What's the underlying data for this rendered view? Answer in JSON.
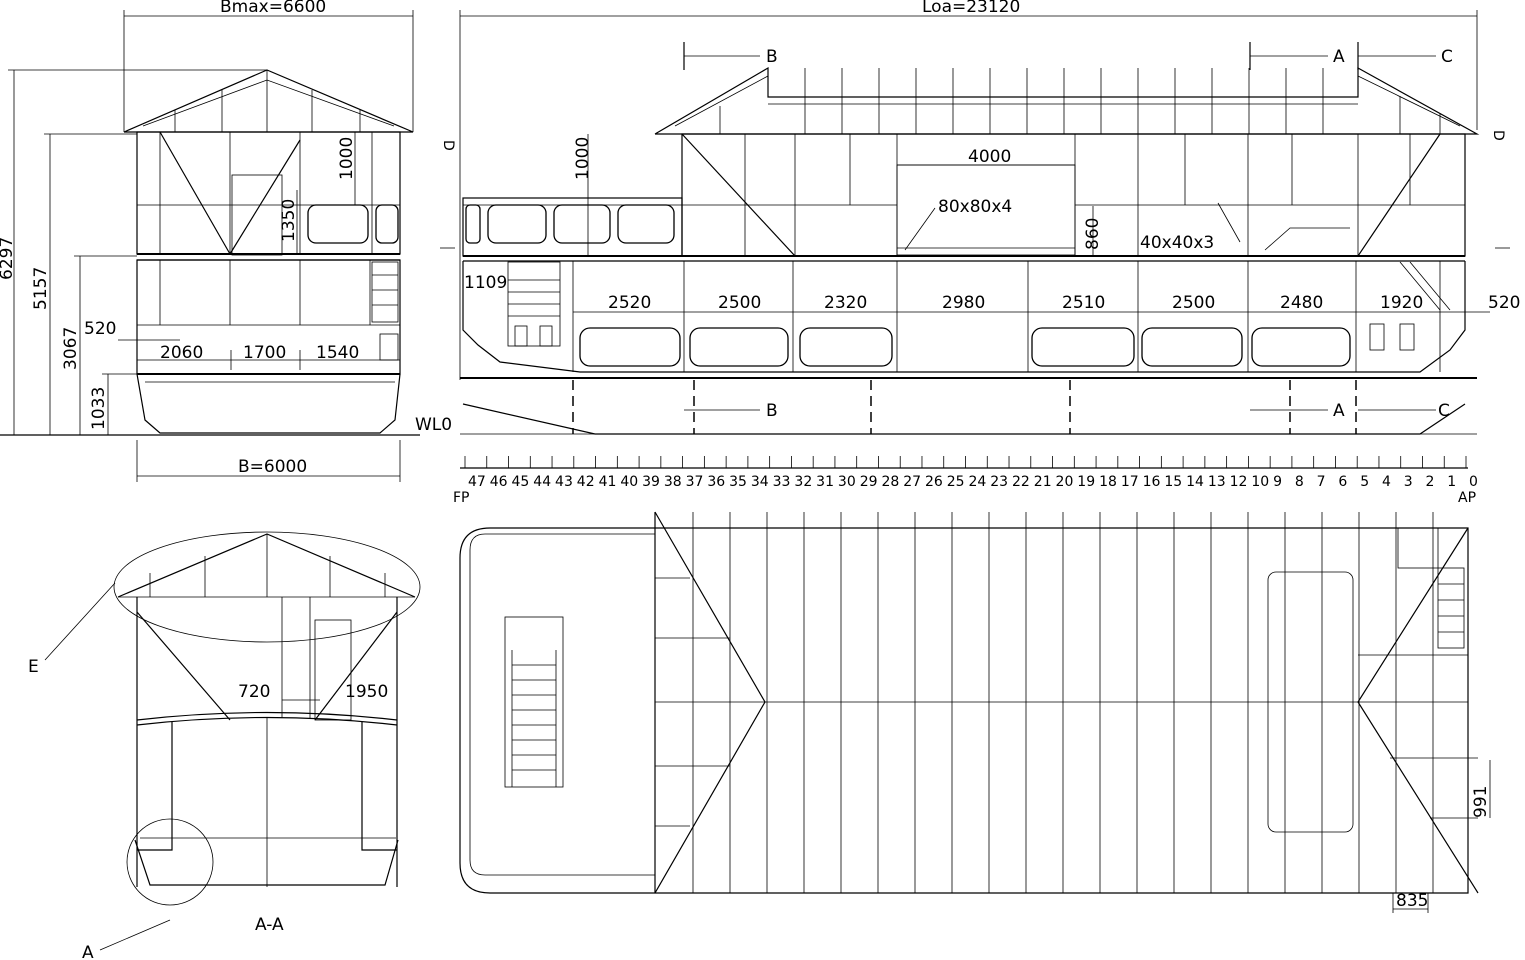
{
  "end_view": {
    "bmax": "Bmax=6600",
    "beam": "B=6000",
    "h_total": "6297",
    "h_deck2": "5157",
    "h_deck1": "3067",
    "h_hull": "1033",
    "rail": "1000",
    "window": "1350",
    "offset": "520",
    "seg_a": "2060",
    "seg_b": "1700",
    "seg_c": "1540"
  },
  "side_view": {
    "loa": "Loa=23120",
    "wl": "WL0",
    "hall_width": "4000",
    "beam_size": "80x80x4",
    "small_beam": "40x40x3",
    "rail_h": "1000",
    "pillar_h": "860",
    "stair_h": "1109",
    "aft_offset": "520",
    "section_labels": {
      "a": "A",
      "b": "B",
      "c": "C",
      "d": "D"
    },
    "tank_spacings": [
      "2520",
      "2500",
      "2320",
      "2980",
      "2510",
      "2500",
      "2480",
      "1920"
    ]
  },
  "frame_scale": {
    "frames": [
      "47",
      "46",
      "45",
      "44",
      "43",
      "42",
      "41",
      "40",
      "39",
      "38",
      "37",
      "36",
      "35",
      "34",
      "33",
      "32",
      "31",
      "30",
      "29",
      "28",
      "27",
      "26",
      "25",
      "24",
      "23",
      "22",
      "21",
      "20",
      "19",
      "18",
      "17",
      "16",
      "15",
      "14",
      "13",
      "12",
      "10",
      "9",
      "8",
      "7",
      "6",
      "5",
      "4",
      "3",
      "2",
      "1",
      "0"
    ],
    "fp": "FP",
    "ap": "AP"
  },
  "section_view": {
    "label": "A-A",
    "dim_left": "720",
    "dim_right": "1950",
    "detail_e": "E",
    "detail_a": "A"
  },
  "plan_view": {
    "spacing": "991",
    "stair_width": "835"
  }
}
